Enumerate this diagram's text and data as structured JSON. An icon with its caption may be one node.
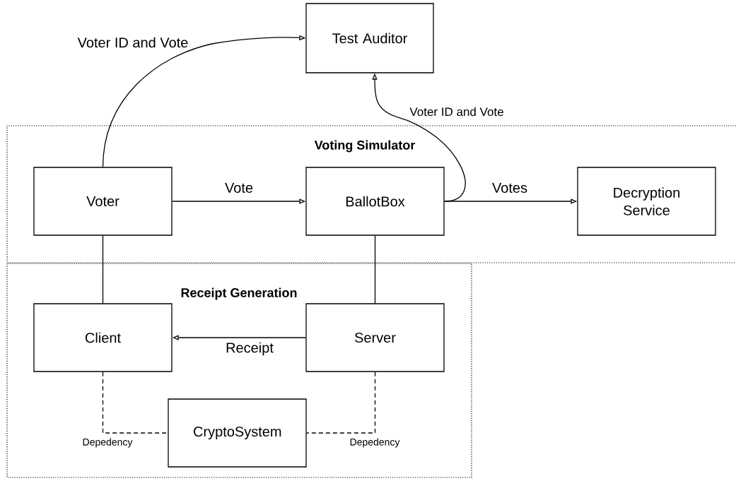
{
  "diagram": {
    "nodes": [
      {
        "text": [
          "Test Auditor"
        ]
      },
      {
        "text": [
          "Voting Simulator"
        ]
      },
      {
        "text": [
          "Voter"
        ],
        "in": 1
      },
      {
        "text": [
          "BallotBox"
        ],
        "in": 1
      },
      {
        "text": [
          "Decryption Service"
        ],
        "in": 1
      },
      {
        "text": [
          "Receipt Generation"
        ]
      },
      {
        "text": [
          "Client"
        ],
        "in": 5
      },
      {
        "text": [
          "Server"
        ],
        "in": 5
      },
      {
        "text": [
          "CryptoSystem"
        ],
        "in": 5
      }
    ],
    "edges": [
      {
        "from": 2,
        "to": 0,
        "arrow": "to",
        "label": "Voter ID and Vote"
      },
      {
        "from": 3,
        "to": 0,
        "arrow": "to",
        "label": "Voter ID and Vote"
      },
      {
        "from": 2,
        "to": 3,
        "arrow": "to",
        "label": "Vote"
      },
      {
        "from": 3,
        "to": 4,
        "arrow": "to",
        "label": "Votes"
      },
      {
        "from": 2,
        "to": 6,
        "arrow": "none"
      },
      {
        "from": 3,
        "to": 7,
        "arrow": "none"
      },
      {
        "from": 7,
        "to": 6,
        "arrow": "to",
        "label": "Receipt"
      },
      {
        "from": 6,
        "to": 8,
        "arrow": "none",
        "label": "Depedency",
        "style": "dashed"
      },
      {
        "from": 7,
        "to": 8,
        "arrow": "none",
        "label": "Depedency",
        "style": "dashed"
      }
    ]
  }
}
